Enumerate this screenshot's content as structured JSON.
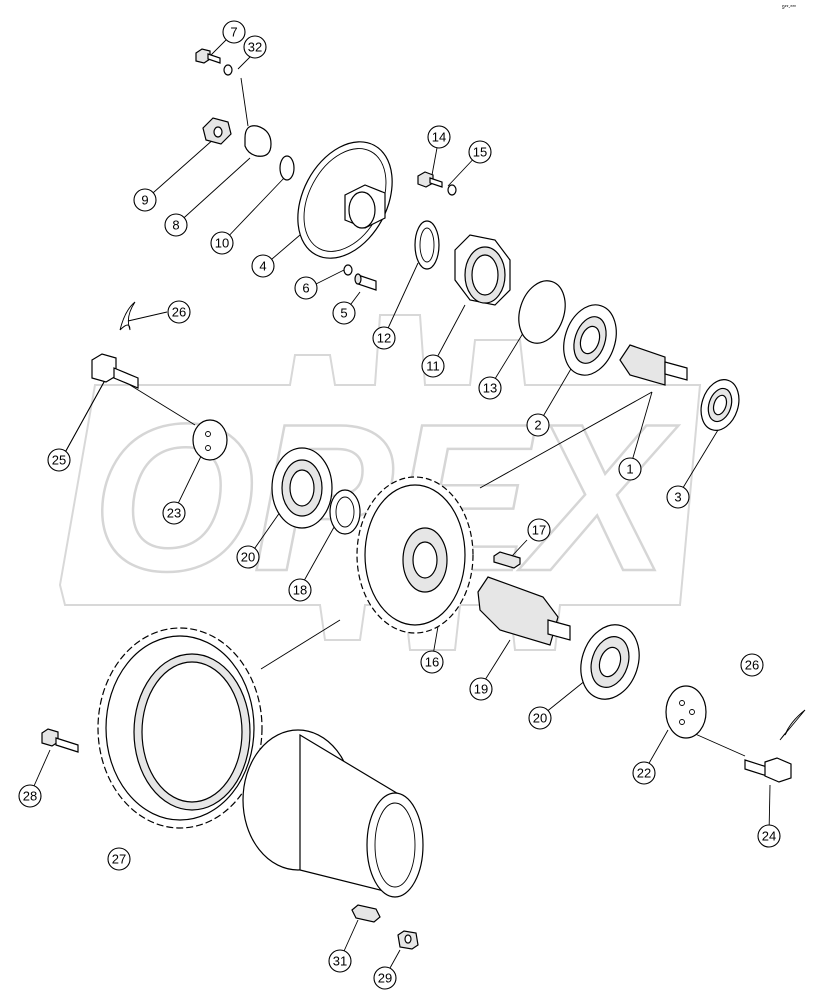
{
  "watermark": "OPEX",
  "corner_mark": "9**-***",
  "callouts": [
    "7",
    "32",
    "9",
    "8",
    "10",
    "4",
    "14",
    "15",
    "6",
    "5",
    "12",
    "11",
    "13",
    "2",
    "1",
    "3",
    "26",
    "25",
    "23",
    "20",
    "18",
    "16",
    "17",
    "19",
    "20",
    "22",
    "26",
    "24",
    "28",
    "27",
    "31",
    "29"
  ]
}
